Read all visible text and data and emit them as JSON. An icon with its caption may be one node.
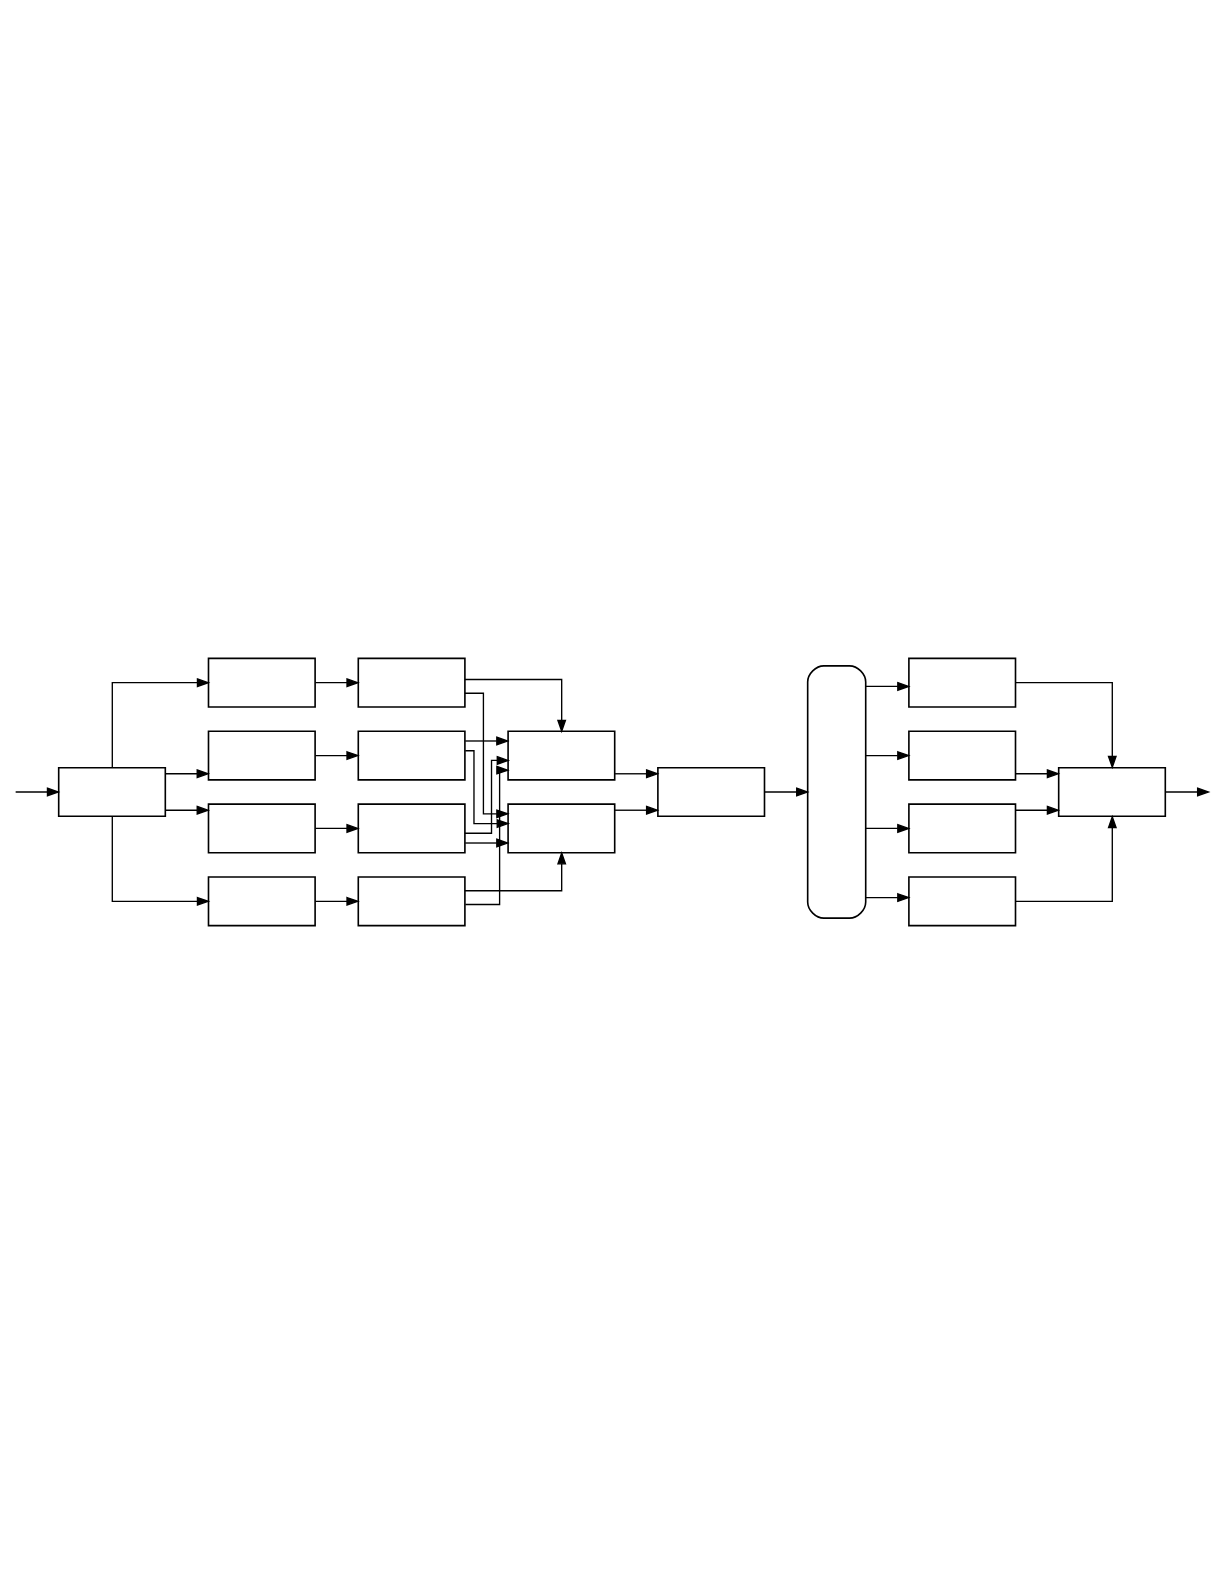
{
  "diagram": {
    "nodes": [
      {
        "text": [],
        "shape": "box"
      },
      {
        "text": [],
        "shape": "box"
      },
      {
        "text": [],
        "shape": "box"
      },
      {
        "text": [],
        "shape": "box"
      },
      {
        "text": [],
        "shape": "box"
      },
      {
        "text": [],
        "shape": "box"
      },
      {
        "text": [],
        "shape": "box"
      },
      {
        "text": [],
        "shape": "box"
      },
      {
        "text": [],
        "shape": "box"
      },
      {
        "text": [],
        "shape": "box"
      },
      {
        "text": [],
        "shape": "box"
      },
      {
        "text": [],
        "shape": "box"
      },
      {
        "text": [],
        "shape": "capsule"
      },
      {
        "text": [],
        "shape": "box"
      },
      {
        "text": [],
        "shape": "box"
      },
      {
        "text": [],
        "shape": "box"
      },
      {
        "text": [],
        "shape": "box"
      },
      {
        "text": [],
        "shape": "box"
      }
    ],
    "edges": [
      {
        "from": null,
        "to": 0,
        "arrow": "to"
      },
      {
        "from": 0,
        "to": 1,
        "arrow": "to"
      },
      {
        "from": 0,
        "to": 2,
        "arrow": "to"
      },
      {
        "from": 0,
        "to": 3,
        "arrow": "to"
      },
      {
        "from": 0,
        "to": 4,
        "arrow": "to"
      },
      {
        "from": 1,
        "to": 5,
        "arrow": "to"
      },
      {
        "from": 2,
        "to": 6,
        "arrow": "to"
      },
      {
        "from": 3,
        "to": 7,
        "arrow": "to"
      },
      {
        "from": 4,
        "to": 8,
        "arrow": "to"
      },
      {
        "from": 5,
        "to": 9,
        "arrow": "to"
      },
      {
        "from": 5,
        "to": 10,
        "arrow": "to"
      },
      {
        "from": 6,
        "to": 9,
        "arrow": "to"
      },
      {
        "from": 6,
        "to": 10,
        "arrow": "to"
      },
      {
        "from": 7,
        "to": 9,
        "arrow": "to"
      },
      {
        "from": 7,
        "to": 10,
        "arrow": "to"
      },
      {
        "from": 8,
        "to": 9,
        "arrow": "to"
      },
      {
        "from": 8,
        "to": 10,
        "arrow": "to"
      },
      {
        "from": 9,
        "to": 11,
        "arrow": "to"
      },
      {
        "from": 10,
        "to": 11,
        "arrow": "to"
      },
      {
        "from": 11,
        "to": 12,
        "arrow": "to"
      },
      {
        "from": 12,
        "to": 13,
        "arrow": "to"
      },
      {
        "from": 12,
        "to": 14,
        "arrow": "to"
      },
      {
        "from": 12,
        "to": 15,
        "arrow": "to"
      },
      {
        "from": 12,
        "to": 16,
        "arrow": "to"
      },
      {
        "from": 13,
        "to": 17,
        "arrow": "to"
      },
      {
        "from": 14,
        "to": 17,
        "arrow": "to"
      },
      {
        "from": 15,
        "to": 17,
        "arrow": "to"
      },
      {
        "from": 16,
        "to": 17,
        "arrow": "to"
      },
      {
        "from": 17,
        "to": null,
        "arrow": "to"
      }
    ]
  }
}
